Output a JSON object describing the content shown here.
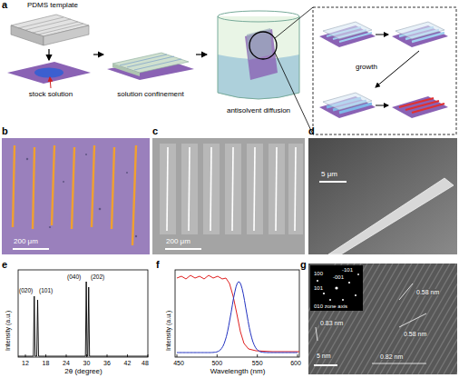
{
  "diagram": {
    "labels": [
      "a",
      "PDMS template",
      "stock solution",
      "solution confinement",
      "antisolvent diffusion",
      "growth",
      "b",
      "200 μm",
      "c",
      "200 μm",
      "d",
      "5 μm",
      "e",
      "Intensity (a.u.)",
      "(020)",
      "(101)",
      "(040)",
      "(202)",
      "12",
      "18",
      "24",
      "30",
      "36",
      "42",
      "48",
      "2θ (degree)",
      "f",
      "Intensity (a.u.)",
      "450",
      "500",
      "550",
      "600",
      "Wavelength (nm)",
      "g",
      "-101",
      "-001",
      "101",
      "100",
      "010 zone axis",
      "0.58 nm",
      "0.83 nm",
      "0.58 nm",
      "0.82 nm",
      "5 nm"
    ]
  }
}
